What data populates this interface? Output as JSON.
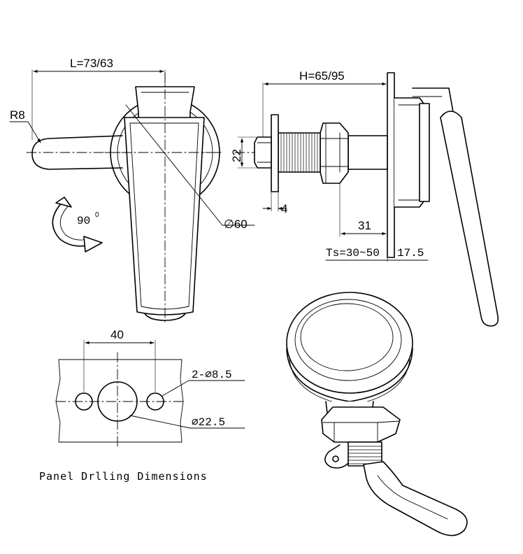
{
  "dimensions": {
    "length": "L=73/63",
    "radius": "R8",
    "rotation": "90",
    "rotation_unit": "0",
    "diameter_flange": "∅60",
    "height": "H=65/95",
    "thread_diameter": "22",
    "washer_thickness": "4",
    "cam_offset": "31",
    "panel_thickness": "Ts=30~50",
    "flange_offset": "17.5",
    "hole_spacing": "40",
    "mounting_holes": "2-∅8.5",
    "center_hole": "∅22.5"
  },
  "caption": "Panel Drlling Dimensions"
}
